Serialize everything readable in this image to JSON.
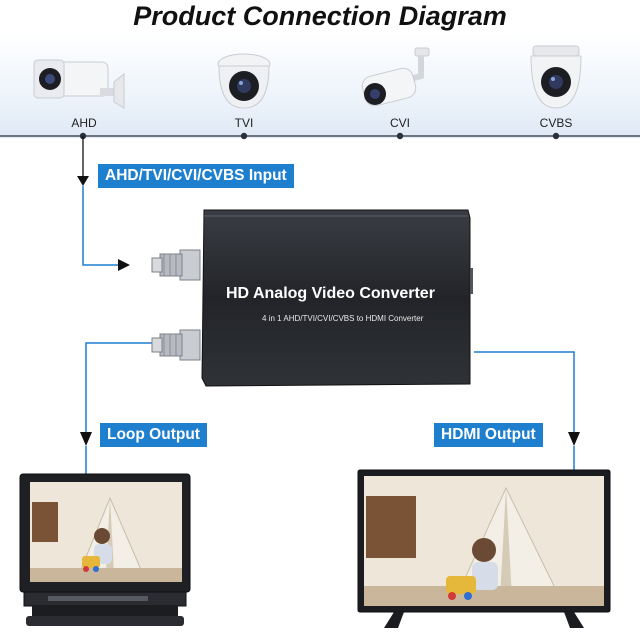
{
  "title": "Product Connection Diagram",
  "cameras": [
    {
      "label": "AHD",
      "icon": "bullet-camera-icon"
    },
    {
      "label": "TVI",
      "icon": "dome-camera-icon"
    },
    {
      "label": "CVI",
      "icon": "bullet-camera-icon"
    },
    {
      "label": "CVBS",
      "icon": "dome-camera-icon"
    }
  ],
  "tags": {
    "input": "AHD/TVI/CVI/CVBS Input",
    "loop": "Loop Output",
    "hdmi": "HDMI Output"
  },
  "converter": {
    "title": "HD Analog Video Converter",
    "subtitle": "4 in 1 AHD/TVI/CVI/CVBS to HDMI Converter"
  },
  "colors": {
    "accent": "#1f7fcf",
    "line_dark": "#2a2f3a",
    "converter_body": "#2b2d31"
  }
}
